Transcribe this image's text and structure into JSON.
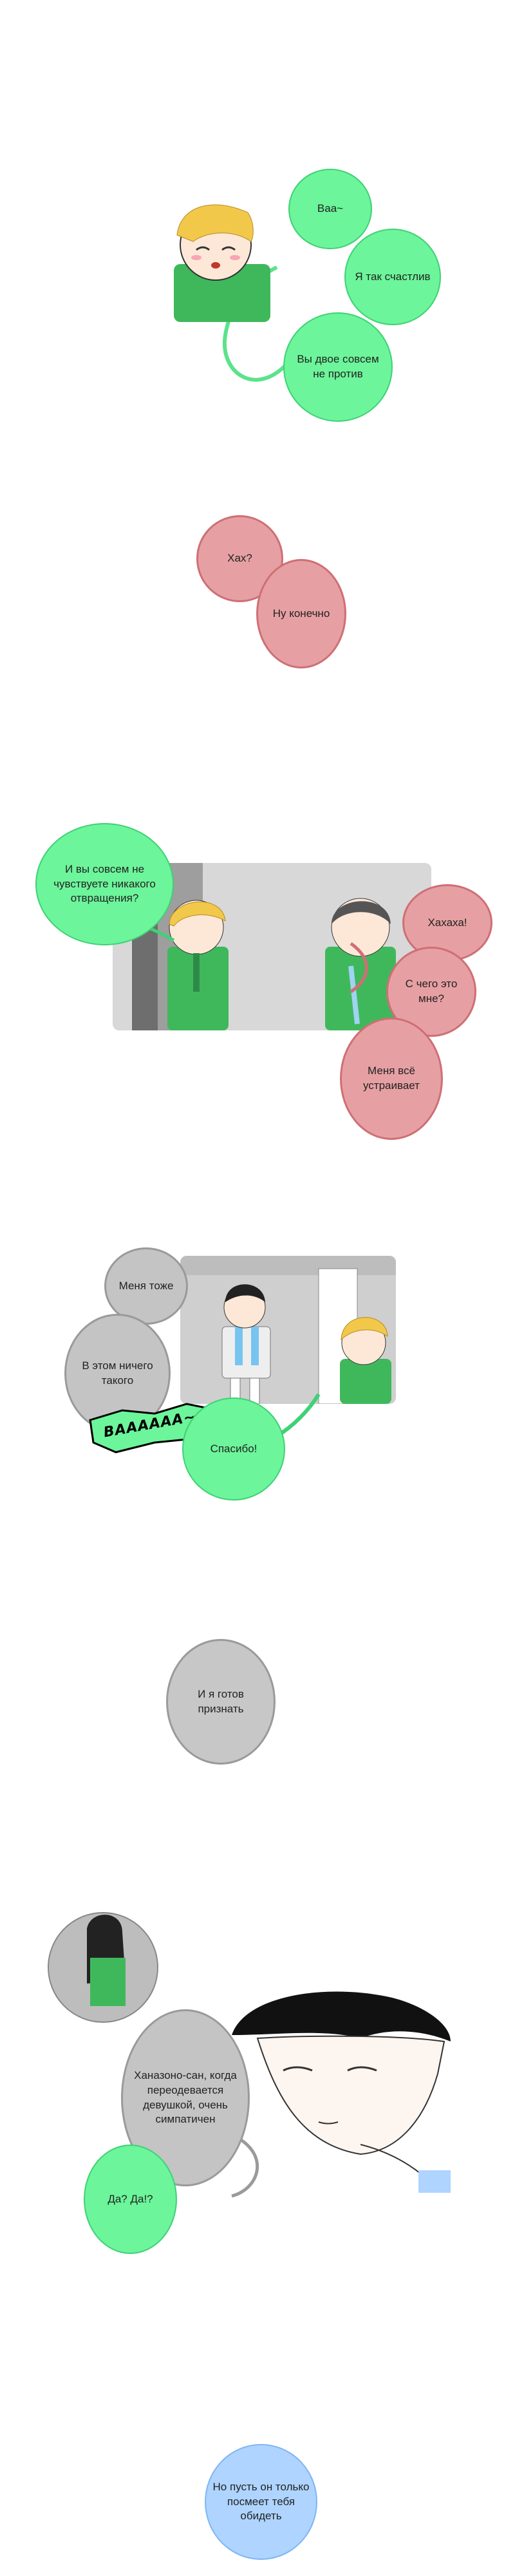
{
  "scene1": {
    "b1": "Ваа~",
    "b2": "Я так счастлив",
    "b3": "Вы двое совсем не против"
  },
  "scene2": {
    "b1": "Хах?",
    "b2": "Ну конечно"
  },
  "scene3": {
    "b1": "И вы совсем не чувствуете никакого отвращения?",
    "b2": "Хахаха!",
    "b3": "С чего это мне?",
    "b4": "Меня всё устраивает"
  },
  "scene4": {
    "b1": "Меня тоже",
    "b2": "В этом ничего такого",
    "sfx": "BAAAAAA~",
    "b3": "Спасибо!"
  },
  "scene5": {
    "b1": "И я готов признать"
  },
  "scene6": {
    "b1": "Ханазоно-сан, когда переодевается девушкой, очень симпатичен",
    "b2": "Да? Да!?"
  },
  "scene7": {
    "b1": "Но пусть он только посмеет тебя обидеть"
  }
}
